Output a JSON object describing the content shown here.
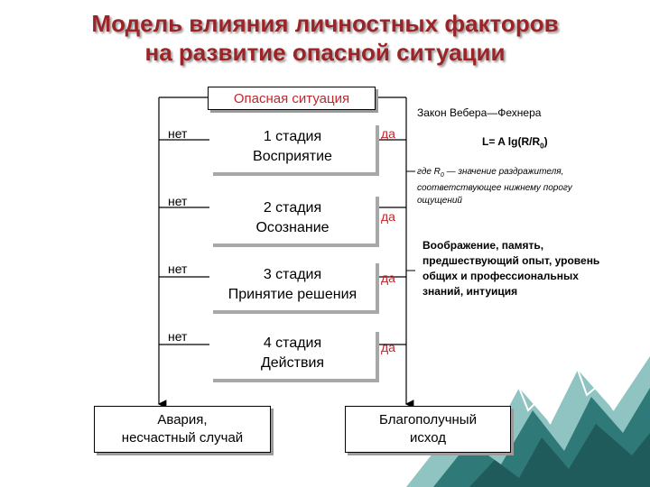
{
  "title": {
    "line1": "Модель влияния личностных факторов",
    "line2": "на развитие опасной ситуации"
  },
  "diagram": {
    "start": "Опасная ситуация",
    "stages": [
      {
        "line1": "1 стадия",
        "line2": "Восприятие"
      },
      {
        "line1": "2 стадия",
        "line2": "Осознание"
      },
      {
        "line1": "3 стадия",
        "line2": "Принятие решения"
      },
      {
        "line1": "4 стадия",
        "line2": "Действия"
      }
    ],
    "no_label": "нет",
    "yes_label": "да",
    "outcome_bad": {
      "line1": "Авария,",
      "line2": "несчастный случай"
    },
    "outcome_good": {
      "line1": "Благополучный",
      "line2": "исход"
    }
  },
  "notes": {
    "law_title": "Закон Вебера—Фехнера",
    "formula_main": "L= A lg(R/R",
    "formula_sub": "0",
    "formula_close": ")",
    "formula_note_prefix": "где R",
    "formula_note_sub": "0",
    "formula_note_rest": " — значение раздражителя, соответствующее нижнему порогу ощущений",
    "factors": "Воображение, память, предшествующий опыт, уровень общих и профессиональных знаний, интуиция"
  },
  "colors": {
    "title": "#9b2428",
    "accent_red": "#c0272d",
    "mountain_dark": "#2f7a78",
    "mountain_light": "#8fc4c2"
  }
}
